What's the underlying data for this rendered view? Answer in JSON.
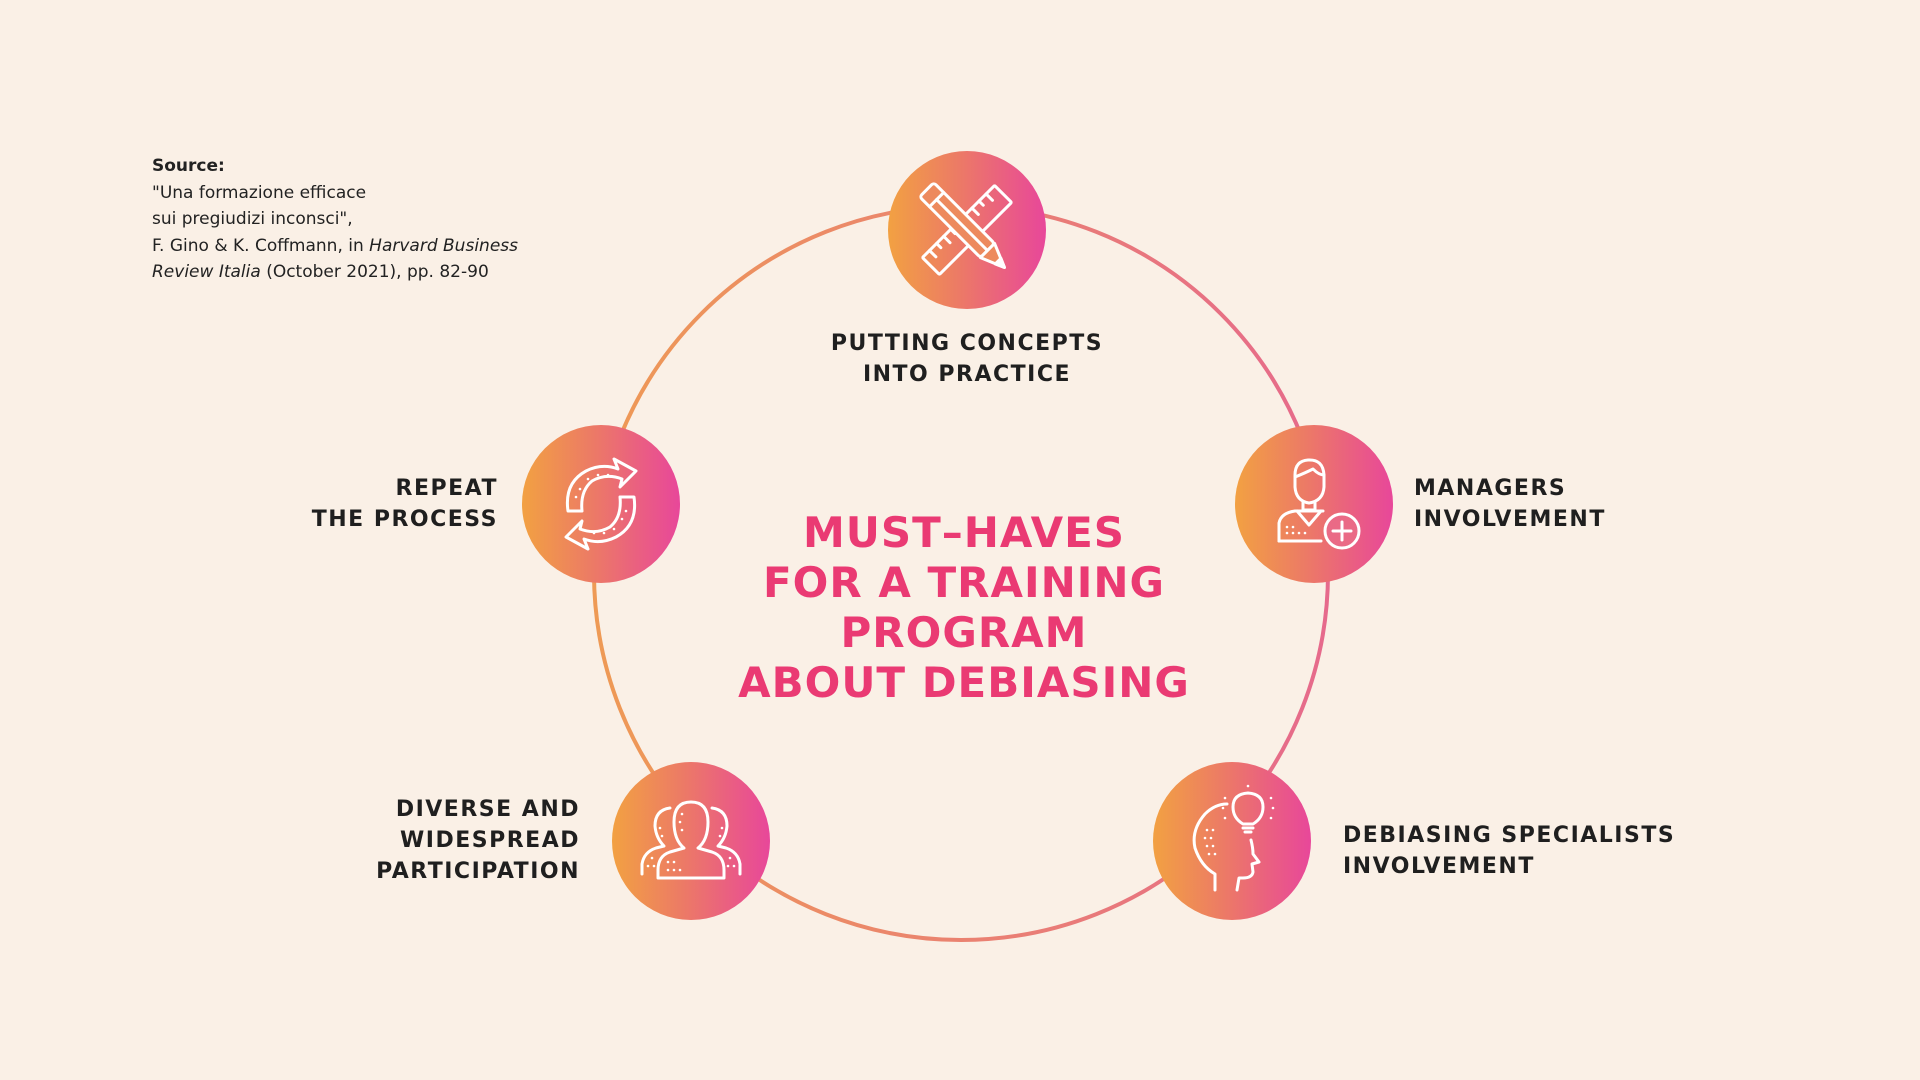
{
  "source": {
    "label": "Source:",
    "line1": "\"Una formazione efficace",
    "line2": "sui pregiudizi inconsci\",",
    "line3_prefix": "F. Gino & K. Coffmann, in ",
    "line3_italic": "Harvard Business",
    "line4_italic": "Review Italia",
    "line4_suffix": " (October 2021), pp. 82-90"
  },
  "title": {
    "line1": "MUST–HAVES",
    "line2": "FOR A TRAINING",
    "line3": "PROGRAM",
    "line4": "ABOUT DEBIASING"
  },
  "nodes": [
    {
      "id": "practice",
      "icon": "pencil-ruler-icon",
      "lines": [
        "PUTTING CONCEPTS",
        "INTO PRACTICE"
      ]
    },
    {
      "id": "managers",
      "icon": "add-manager-icon",
      "lines": [
        "MANAGERS",
        "INVOLVEMENT"
      ]
    },
    {
      "id": "specialists",
      "icon": "head-lightbulb-icon",
      "lines": [
        "DEBIASING SPECIALISTS",
        "INVOLVEMENT"
      ]
    },
    {
      "id": "participation",
      "icon": "people-group-icon",
      "lines": [
        "DIVERSE AND",
        "WIDESPREAD",
        "PARTICIPATION"
      ]
    },
    {
      "id": "repeat",
      "icon": "refresh-cycle-icon",
      "lines": [
        "REPEAT",
        "THE PROCESS"
      ]
    }
  ],
  "colors": {
    "background": "#FAF0E6",
    "accent_pink": "#EA3A73",
    "gradient_orange": "#F2A142",
    "gradient_magenta": "#E8479A",
    "text_dark": "#1f1f1f"
  }
}
